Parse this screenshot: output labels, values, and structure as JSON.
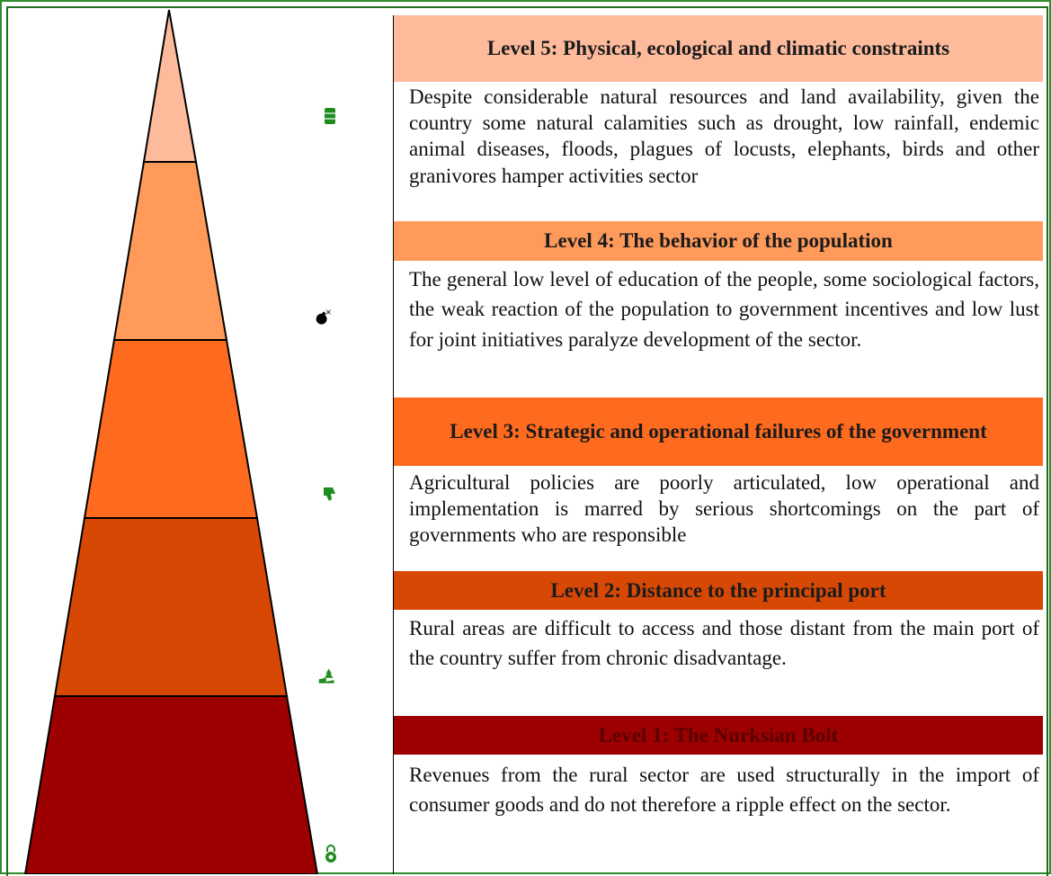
{
  "levels": [
    {
      "title": "Level 5:  Physical, ecological and climatic constraints",
      "description": "Despite considerable natural resources and land availability, given the country some natural calamities such as drought, low rainfall, endemic animal diseases, floods, plagues of locusts, elephants, birds and other granivores hamper activities sector",
      "color": "#fdbb9c",
      "icon": "oil-barrel-icon"
    },
    {
      "title": "Level 4: The behavior of the population",
      "description": "The general low level of education of the people, some sociological factors, the weak reaction of the population to government incentives and low lust for joint initiatives paralyze development of the sector.",
      "color": "#ff9a5a",
      "icon": "bomb-icon"
    },
    {
      "title": "Level 3: Strategic and operational failures of the government",
      "description": "Agricultural policies are poorly articulated, low operational and implementation is marred by serious shortcomings on the part of governments who are responsible",
      "color": "#fe6a1e",
      "icon": "thumbs-down-icon"
    },
    {
      "title": "Level 2: Distance to the principal port",
      "description": "Rural areas are difficult to access and those distant from the main port of the country suffer from chronic disadvantage.",
      "color": "#d84805",
      "icon": "landscape-icon"
    },
    {
      "title": "Level 1: The Nurksian Bolt",
      "description": "Revenues from the rural sector are used structurally in the import of consumer goods and do not therefore a ripple effect on the sector.",
      "color": "#9d0000",
      "icon": "padlock-icon"
    }
  ],
  "pyramid_colors": [
    "#fdbb9c",
    "#ff9a5a",
    "#fe6a1e",
    "#d84805",
    "#9d0000"
  ],
  "icon_color": "#1e8c1e"
}
